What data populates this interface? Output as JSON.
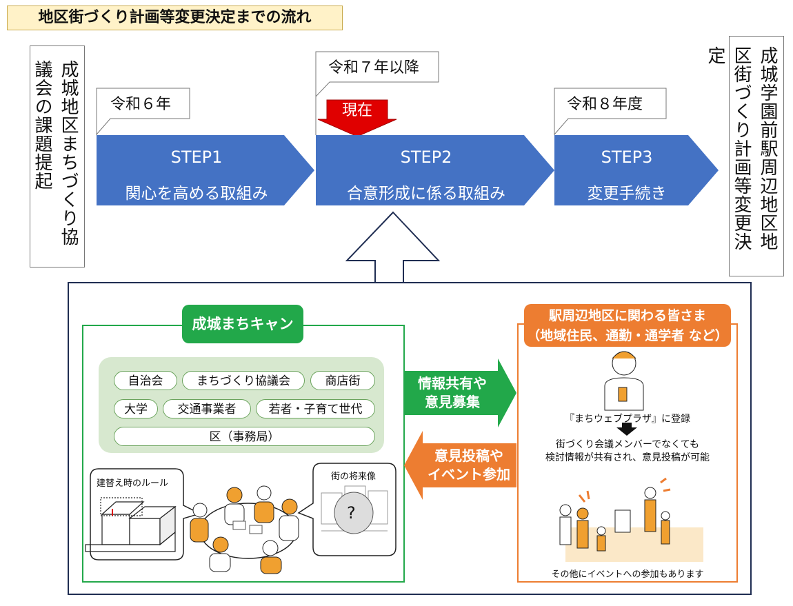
{
  "title": "地区街づくり計画等変更決定までの流れ",
  "left_box": "成城地区まちづくり協議会の課題提起",
  "right_box": "成城学園前駅周辺地区地区街づくり計画等変更決定",
  "flags": {
    "step1_year": "令和６年",
    "step2_year": "令和７年以降",
    "step3_year": "令和８年度",
    "now": "現在"
  },
  "steps": [
    {
      "name": "STEP1",
      "desc": "関心を高める取組み"
    },
    {
      "name": "STEP2",
      "desc": "合意形成に係る取組み"
    },
    {
      "name": "STEP3",
      "desc": "変更手続き"
    }
  ],
  "left_panel": {
    "title": "成城まちキャン",
    "members": [
      "自治会",
      "まちづくり協議会",
      "商店街",
      "大学",
      "交通事業者",
      "若者・子育て世代",
      "区（事務局）"
    ],
    "bubble_left": "建替え時のルール",
    "bubble_right": "街の将来像",
    "question_mark": "?"
  },
  "arrows": {
    "to_right": [
      "情報共有や",
      "意見募集"
    ],
    "to_left": [
      "意見投稿や",
      "イベント参加"
    ]
  },
  "right_panel": {
    "title_line1": "駅周辺地区に関わる皆さま",
    "title_line2": "（地域住民、通勤・通学者 など）",
    "register": "『まちウェブプラザ』に登録",
    "info_line1": "街づくり会議メンバーでなくても",
    "info_line2": "検討情報が共有され、意見投稿が可能",
    "event_note": "その他にイベントへの参加もあります"
  },
  "colors": {
    "step_blue": "#4472c4",
    "green": "#22a84a",
    "orange": "#ed7d31",
    "navy": "#1f2d52",
    "red": "#e00000"
  }
}
